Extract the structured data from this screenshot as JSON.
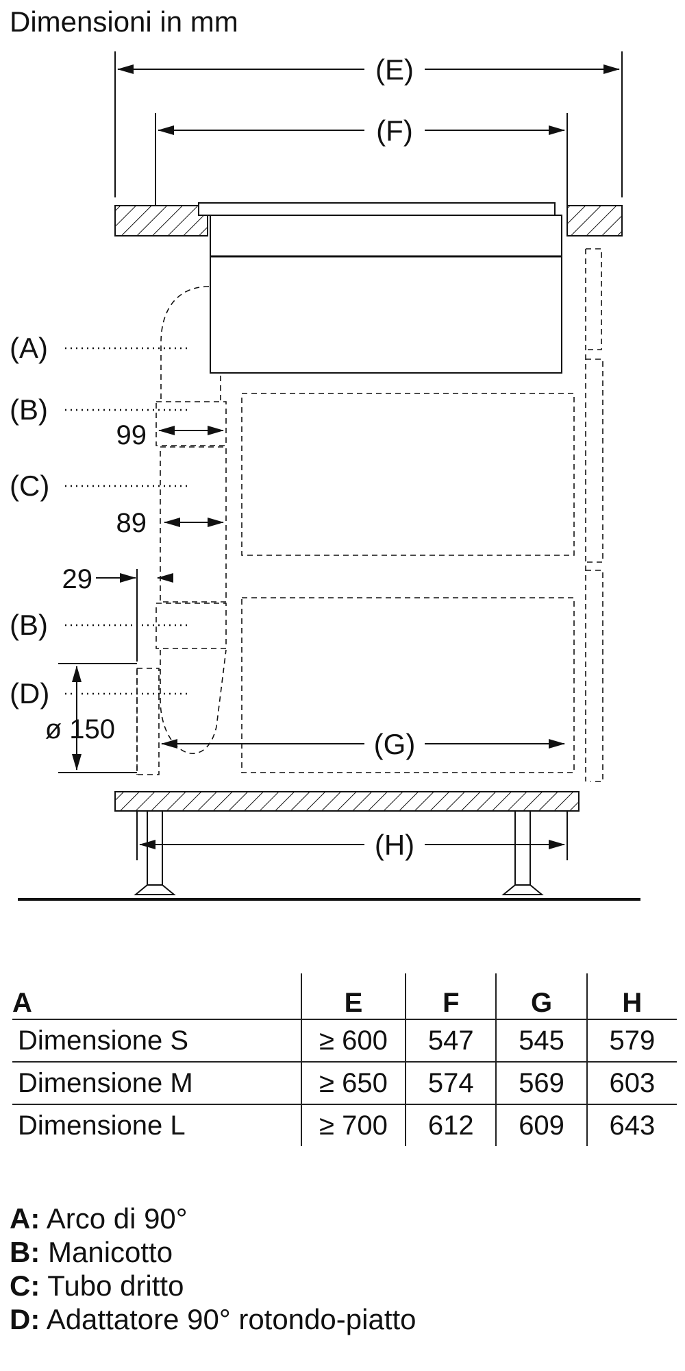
{
  "page": {
    "title": "Dimensioni in mm"
  },
  "diagram": {
    "dimension_labels": {
      "E": "(E)",
      "F": "(F)",
      "G": "(G)",
      "H": "(H)"
    },
    "part_labels": [
      {
        "id": "A",
        "text": "(A)"
      },
      {
        "id": "B1",
        "text": "(B)"
      },
      {
        "id": "C",
        "text": "(C)"
      },
      {
        "id": "B2",
        "text": "(B)"
      },
      {
        "id": "D",
        "text": "(D)"
      }
    ],
    "measurements": {
      "m99": "99",
      "m89": "89",
      "m29": "29",
      "m150": "ø 150"
    }
  },
  "table": {
    "headers": [
      "A",
      "E",
      "F",
      "G",
      "H"
    ],
    "rows": [
      [
        "Dimensione S",
        "≥ 600",
        "547",
        "545",
        "579"
      ],
      [
        "Dimensione M",
        "≥ 650",
        "574",
        "569",
        "603"
      ],
      [
        "Dimensione L",
        "≥ 700",
        "612",
        "609",
        "643"
      ]
    ]
  },
  "legend": [
    {
      "code": "A:",
      "text": "Arco di 90°"
    },
    {
      "code": "B:",
      "text": "Manicotto"
    },
    {
      "code": "C:",
      "text": "Tubo dritto"
    },
    {
      "code": "D:",
      "text": "Adattatore 90° rotondo-piatto"
    }
  ]
}
